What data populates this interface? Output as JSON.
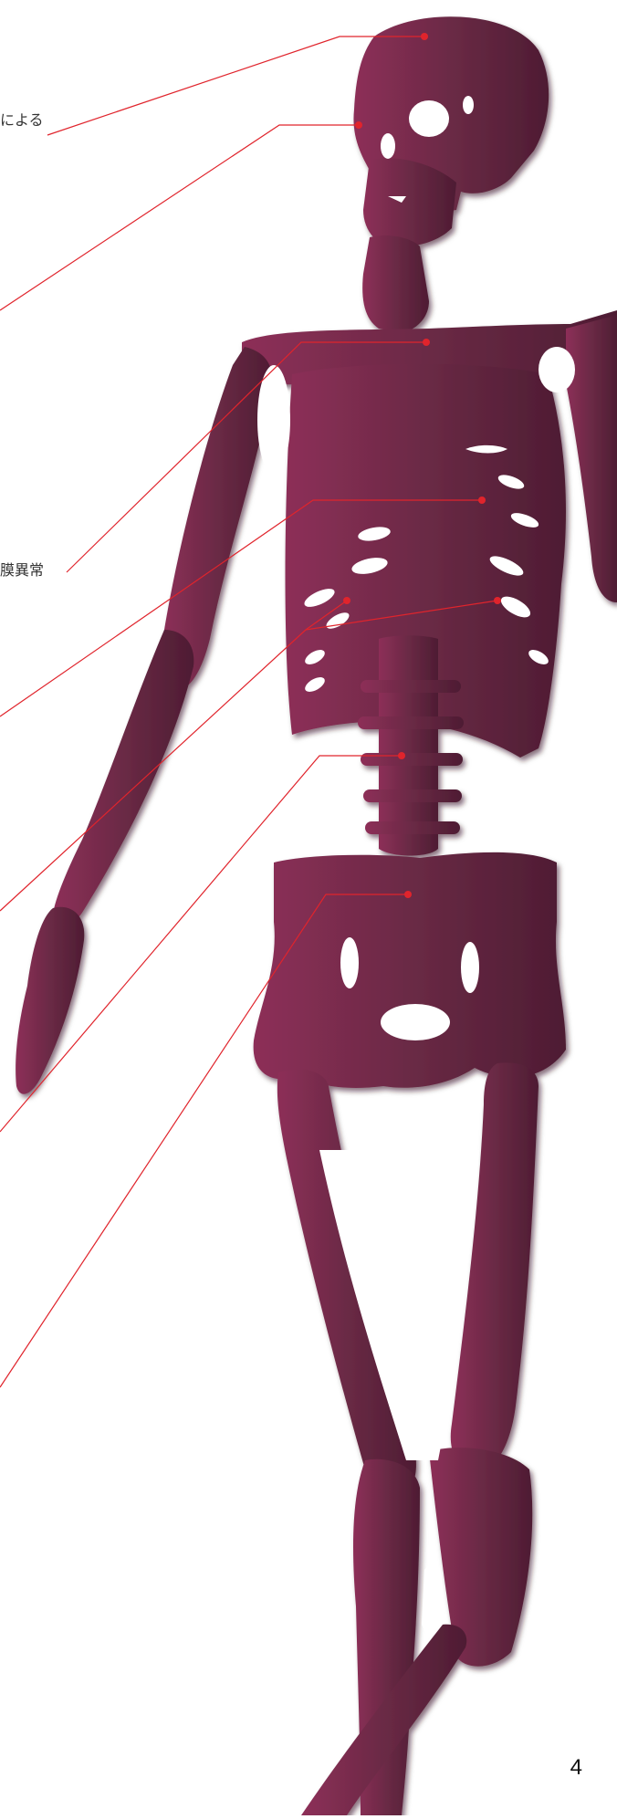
{
  "page": {
    "number": "4"
  },
  "labels": {
    "label_head": "による",
    "label_chest": "膜異常"
  },
  "colors": {
    "bone": "#6a2a45",
    "bone_shadow": "#3e1327",
    "bone_highlight": "#a23a67",
    "leader_line": "#e0242c"
  },
  "callouts": [
    {
      "id": "callout-skull-top"
    },
    {
      "id": "callout-eye-socket"
    },
    {
      "id": "callout-clavicle"
    },
    {
      "id": "callout-sternum"
    },
    {
      "id": "callout-ribs-left"
    },
    {
      "id": "callout-ribs-right"
    },
    {
      "id": "callout-spine"
    },
    {
      "id": "callout-pelvis"
    }
  ]
}
